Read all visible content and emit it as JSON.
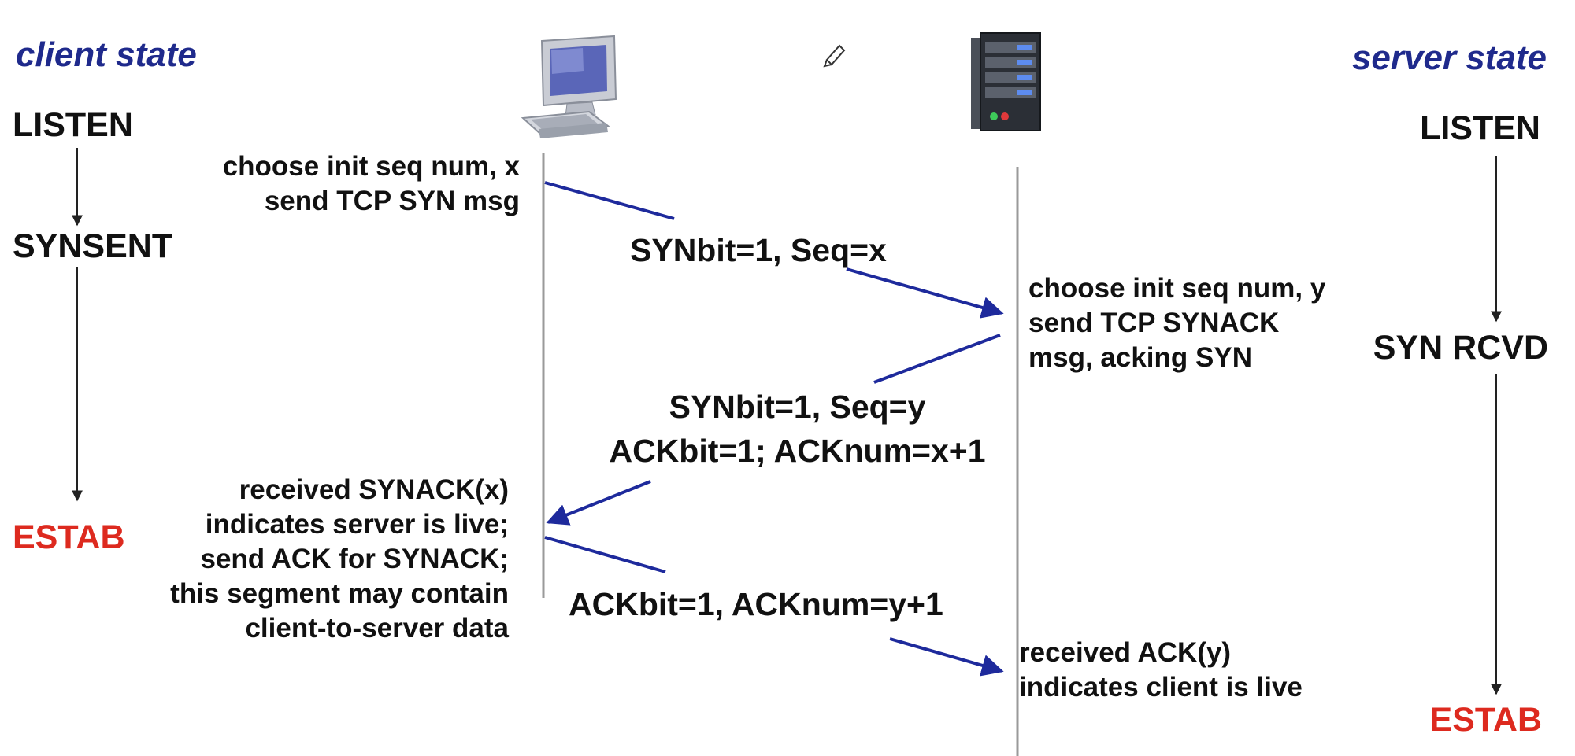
{
  "labels": {
    "client_header": "client state",
    "server_header": "server state"
  },
  "client_states": {
    "listen": "LISTEN",
    "synsent": "SYNSENT",
    "estab": "ESTAB"
  },
  "server_states": {
    "listen": "LISTEN",
    "syn_rcvd": "SYN RCVD",
    "estab": "ESTAB"
  },
  "client_notes": {
    "step1": "choose init seq num, x\nsend TCP SYN msg",
    "step3": "received SYNACK(x)\nindicates server is live;\nsend ACK for SYNACK;\nthis segment may contain\nclient-to-server data"
  },
  "server_notes": {
    "step2": "choose init seq num, y\nsend TCP SYNACK\nmsg, acking SYN",
    "step4": "received ACK(y)\nindicates client is live"
  },
  "messages": {
    "syn": "SYNbit=1, Seq=x",
    "synack_line1": "SYNbit=1, Seq=y",
    "synack_line2": "ACKbit=1; ACKnum=x+1",
    "ack": "ACKbit=1, ACKnum=y+1"
  },
  "colors": {
    "header": "#1f2a8c",
    "estab": "#dd2a1f",
    "arrow": "#1e2a9c"
  },
  "icons": [
    "desktop-computer-icon",
    "server-tower-icon",
    "pencil-icon"
  ]
}
